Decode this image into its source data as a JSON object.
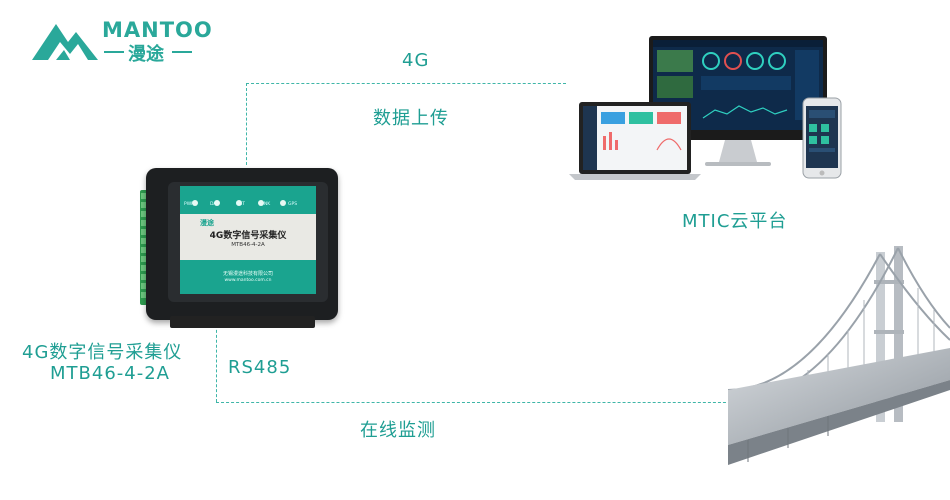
{
  "logo": {
    "brand_en": "MANTOO",
    "brand_cn": "漫途"
  },
  "labels": {
    "net_4g": "4G",
    "data_upload": "数据上传",
    "platform": "MTIC云平台",
    "device_name": "4G数字信号采集仪",
    "device_model": "MTB46-4-2A",
    "rs485": "RS485",
    "online_monitor": "在线监测"
  },
  "device_face": {
    "leds": [
      "PWR",
      "DAT",
      "NET",
      "LINK",
      "GPS"
    ],
    "brand": "漫途",
    "title": "4G数字信号采集仪",
    "model": "MTB46-4-2A",
    "company": "无锡漫途科技有限公司",
    "url": "www.mantoo.com.cn"
  },
  "colors": {
    "accent": "#2aa89a",
    "dashed_line": "#3fb6a8",
    "device_stripe": "#1aa48f"
  }
}
